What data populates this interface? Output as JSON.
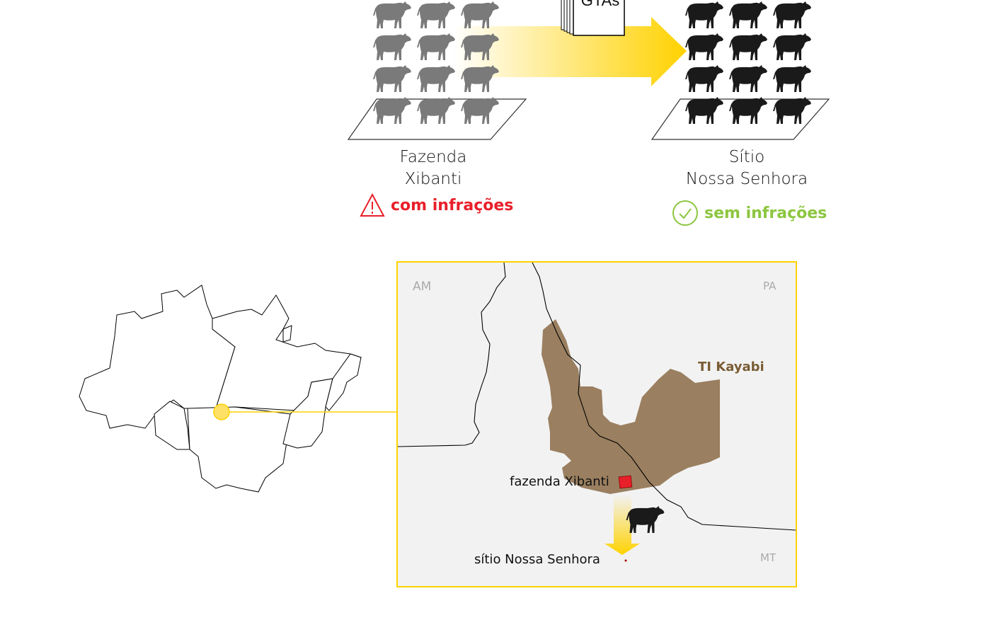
{
  "top": {
    "document_label": "GTAs",
    "origin": {
      "name_line1": "Fazenda",
      "name_line2": "Xibanti",
      "status": "com infrações",
      "status_icon": "warning-icon",
      "status_color": "#e8202a",
      "cow_color": "#7a7a7a"
    },
    "destination": {
      "name_line1": "Sítio",
      "name_line2": "Nossa Senhora",
      "status": "sem infrações",
      "status_icon": "check-circle-icon",
      "status_color": "#8cc63f",
      "cow_color": "#1a1a1a"
    },
    "arrow_color": "#ffd200"
  },
  "map": {
    "state_labels": {
      "am": "AM",
      "pa": "PA",
      "mt": "MT"
    },
    "territory_label": "TI Kayabi",
    "territory_color": "#9a7f60",
    "farm_label": "fazenda Xibanti",
    "site_label": "sítio Nossa Senhora",
    "border_color": "#ffd200"
  }
}
